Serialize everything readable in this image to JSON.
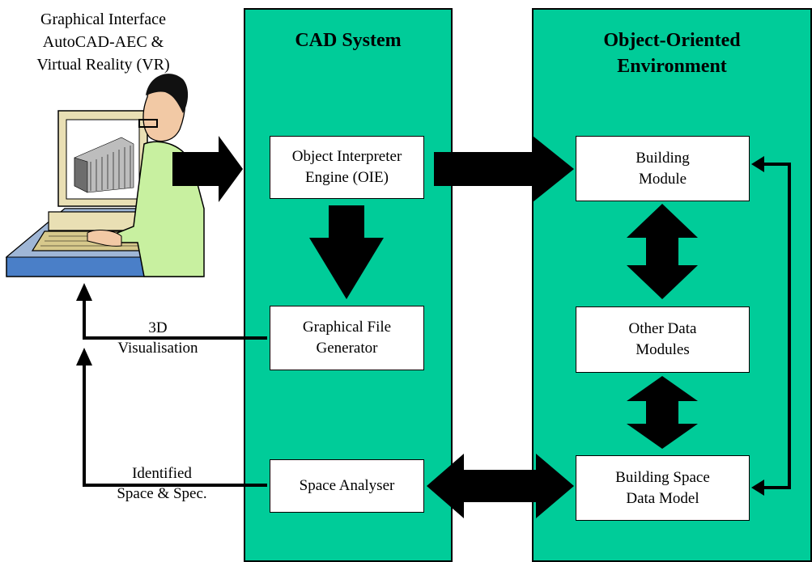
{
  "header_caption": "Graphical Interface\nAutoCAD-AEC &\nVirtual Reality (VR)",
  "panels": {
    "cad": {
      "title": "CAD System"
    },
    "ooe": {
      "title": "Object-Oriented\nEnvironment"
    }
  },
  "boxes": {
    "oie": "Object Interpreter\nEngine (OIE)",
    "graphical_file": "Graphical File\nGenerator",
    "space_analyser": "Space Analyser",
    "building_module": "Building\nModule",
    "other_data": "Other Data\nModules",
    "building_space": "Building Space\nData Model"
  },
  "labels": {
    "visualisation": "3D\nVisualisation",
    "identified": "Identified\nSpace & Spec."
  },
  "colors": {
    "panel_fill": "#00cc99",
    "arrow": "#000000"
  }
}
